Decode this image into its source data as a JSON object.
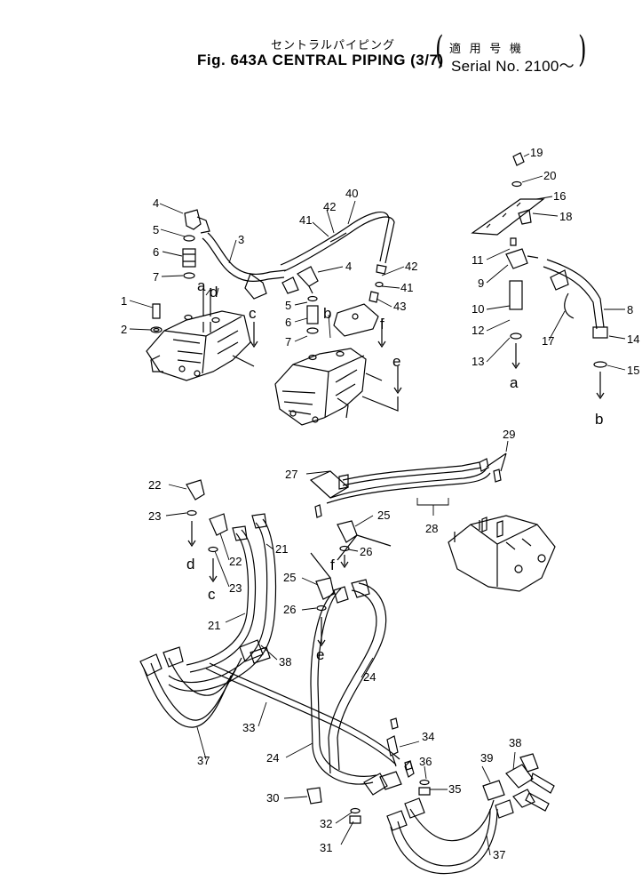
{
  "header": {
    "japanese_title": "セントラルパイピング",
    "figure_title": "Fig. 643A CENTRAL PIPING (3/7)",
    "serial_japanese": "適 用 号 機",
    "serial_range": "Serial No. 2100～"
  },
  "callouts": {
    "c1": "1",
    "c2": "2",
    "c3": "3",
    "c4a": "4",
    "c4b": "4",
    "c5a": "5",
    "c5b": "5",
    "c6a": "6",
    "c6b": "6",
    "c7a": "7",
    "c7b": "7",
    "c8": "8",
    "c9": "9",
    "c10": "10",
    "c11": "11",
    "c12": "12",
    "c13": "13",
    "c14": "14",
    "c15": "15",
    "c16": "16",
    "c17": "17",
    "c18": "18",
    "c19": "19",
    "c20": "20",
    "c21a": "21",
    "c21b": "21",
    "c22a": "22",
    "c22b": "22",
    "c23a": "23",
    "c23b": "23",
    "c24a": "24",
    "c24b": "24",
    "c25a": "25",
    "c25b": "25",
    "c26a": "26",
    "c26b": "26",
    "c27": "27",
    "c28": "28",
    "c29": "29",
    "c30": "30",
    "c31": "31",
    "c32": "32",
    "c33": "33",
    "c34": "34",
    "c35": "35",
    "c36": "36",
    "c37a": "37",
    "c37b": "37",
    "c38a": "38",
    "c38b": "38",
    "c39": "39",
    "c40": "40",
    "c41a": "41",
    "c41b": "41",
    "c42a": "42",
    "c42b": "42",
    "c43": "43"
  },
  "connection_letters": {
    "a_top": "a",
    "a_bottom": "a",
    "b_top": "b",
    "b_bottom": "b",
    "c_top": "c",
    "c_bottom": "c",
    "d_top": "d",
    "d_bottom": "d",
    "e_top": "e",
    "e_bottom": "e",
    "f_top": "f",
    "f_bottom": "f"
  }
}
